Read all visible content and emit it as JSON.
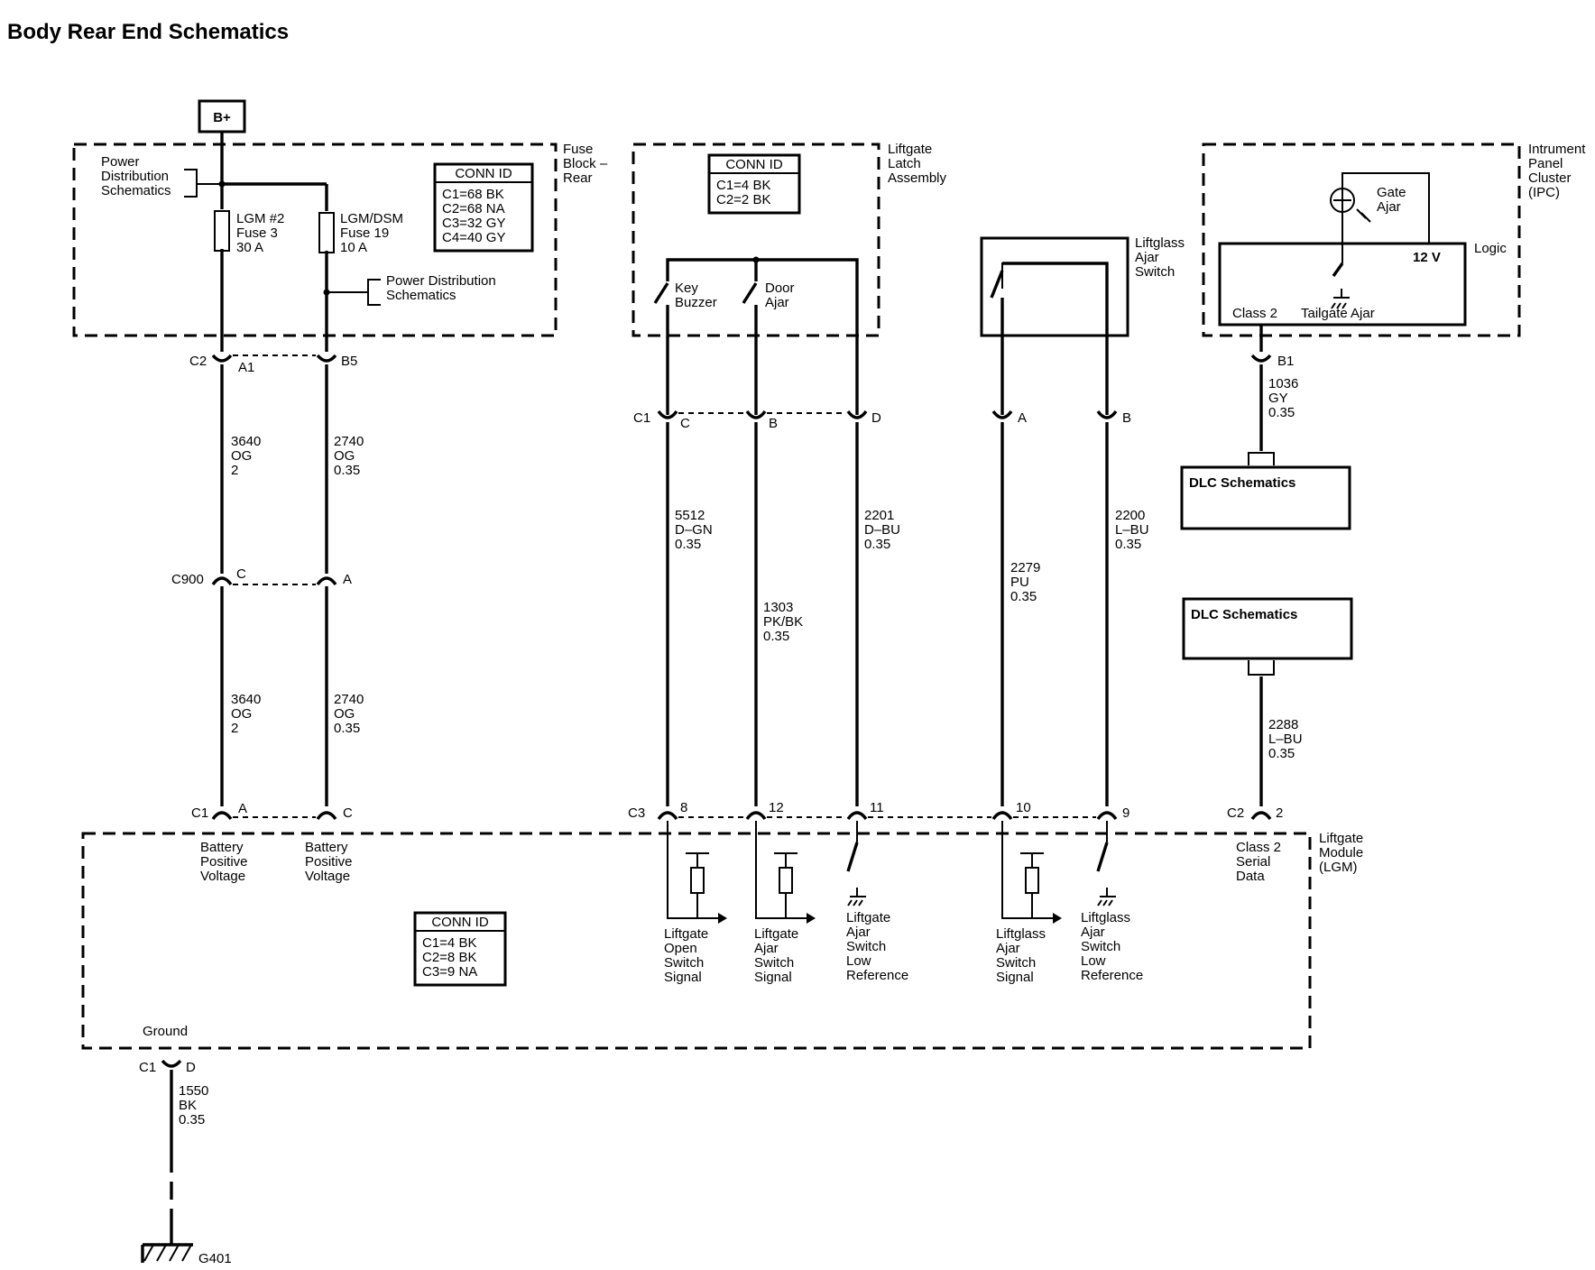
{
  "title": "Body Rear End Schematics",
  "battery": "B+",
  "fuse_block": {
    "label": [
      "Fuse",
      "Block –",
      "Rear"
    ],
    "power_dist_top": [
      "Power",
      "Distribution",
      "Schematics"
    ],
    "power_dist_right": [
      "Power Distribution",
      "Schematics"
    ],
    "fuse1": [
      "LGM #2",
      "Fuse 3",
      "30 A"
    ],
    "fuse2": [
      "LGM/DSM",
      "Fuse 19",
      "10 A"
    ],
    "conn_header": "CONN ID",
    "conn_rows": [
      "C1=68 BK",
      "C2=68 NA",
      "C3=32 GY",
      "C4=40 GY"
    ]
  },
  "latch": {
    "label": [
      "Liftgate",
      "Latch",
      "Assembly"
    ],
    "conn_header": "CONN ID",
    "conn_rows": [
      "C1=4 BK",
      "C2=2 BK"
    ],
    "switch1": [
      "Key",
      "Buzzer"
    ],
    "switch2": [
      "Door",
      "Ajar"
    ]
  },
  "liftglass_switch": [
    "Liftglass",
    "Ajar",
    "Switch"
  ],
  "ipc": {
    "label": [
      "Intrument",
      "Panel",
      "Cluster",
      "(IPC)"
    ],
    "gate_ajar": [
      "Gate",
      "Ajar"
    ],
    "logic": "Logic",
    "v12": "12 V",
    "class2": "Class 2",
    "tailgate": "Tailgate Ajar"
  },
  "connectors": {
    "c2_fb": "C2",
    "a1": "A1",
    "b5": "B5",
    "c900": "C900",
    "c900_c": "C",
    "c900_a": "A",
    "c1_lgm": "C1",
    "c1_a": "A",
    "c1_c": "C",
    "c1_latch": "C1",
    "latch_c": "C",
    "latch_b": "B",
    "latch_d": "D",
    "glass_a": "A",
    "glass_b": "B",
    "ipc_b1": "B1",
    "c3": "C3",
    "p8": "8",
    "p12": "12",
    "p11": "11",
    "p10": "10",
    "p9": "9",
    "c2_lgm": "C2",
    "p2": "2",
    "c1_gnd": "C1",
    "gnd_d": "D"
  },
  "wires": {
    "w3640a": [
      "3640",
      "OG",
      "2"
    ],
    "w2740a": [
      "2740",
      "OG",
      "0.35"
    ],
    "w3640b": [
      "3640",
      "OG",
      "2"
    ],
    "w2740b": [
      "2740",
      "OG",
      "0.35"
    ],
    "w5512": [
      "5512",
      "D–GN",
      "0.35"
    ],
    "w1303": [
      "1303",
      "PK/BK",
      "0.35"
    ],
    "w2201": [
      "2201",
      "D–BU",
      "0.35"
    ],
    "w2279": [
      "2279",
      "PU",
      "0.35"
    ],
    "w2200": [
      "2200",
      "L–BU",
      "0.35"
    ],
    "w1036": [
      "1036",
      "GY",
      "0.35"
    ],
    "w2288": [
      "2288",
      "L–BU",
      "0.35"
    ],
    "w1550": [
      "1550",
      "BK",
      "0.35"
    ]
  },
  "dlc1": "DLC Schematics",
  "dlc2": "DLC Schematics",
  "lgm": {
    "label": [
      "Liftgate",
      "Module",
      "(LGM)"
    ],
    "bpv1": [
      "Battery",
      "Positive",
      "Voltage"
    ],
    "bpv2": [
      "Battery",
      "Positive",
      "Voltage"
    ],
    "sig1": [
      "Liftgate",
      "Open",
      "Switch",
      "Signal"
    ],
    "sig2": [
      "Liftgate",
      "Ajar",
      "Switch",
      "Signal"
    ],
    "sig3": [
      "Liftgate",
      "Ajar",
      "Switch",
      "Low",
      "Reference"
    ],
    "sig4": [
      "Liftglass",
      "Ajar",
      "Switch",
      "Signal"
    ],
    "sig5": [
      "Liftglass",
      "Ajar",
      "Switch",
      "Low",
      "Reference"
    ],
    "class2": [
      "Class 2",
      "Serial",
      "Data"
    ],
    "conn_header": "CONN ID",
    "conn_rows": [
      "C1=4 BK",
      "C2=8 BK",
      "C3=9 NA"
    ],
    "ground": "Ground"
  },
  "g401": "G401"
}
